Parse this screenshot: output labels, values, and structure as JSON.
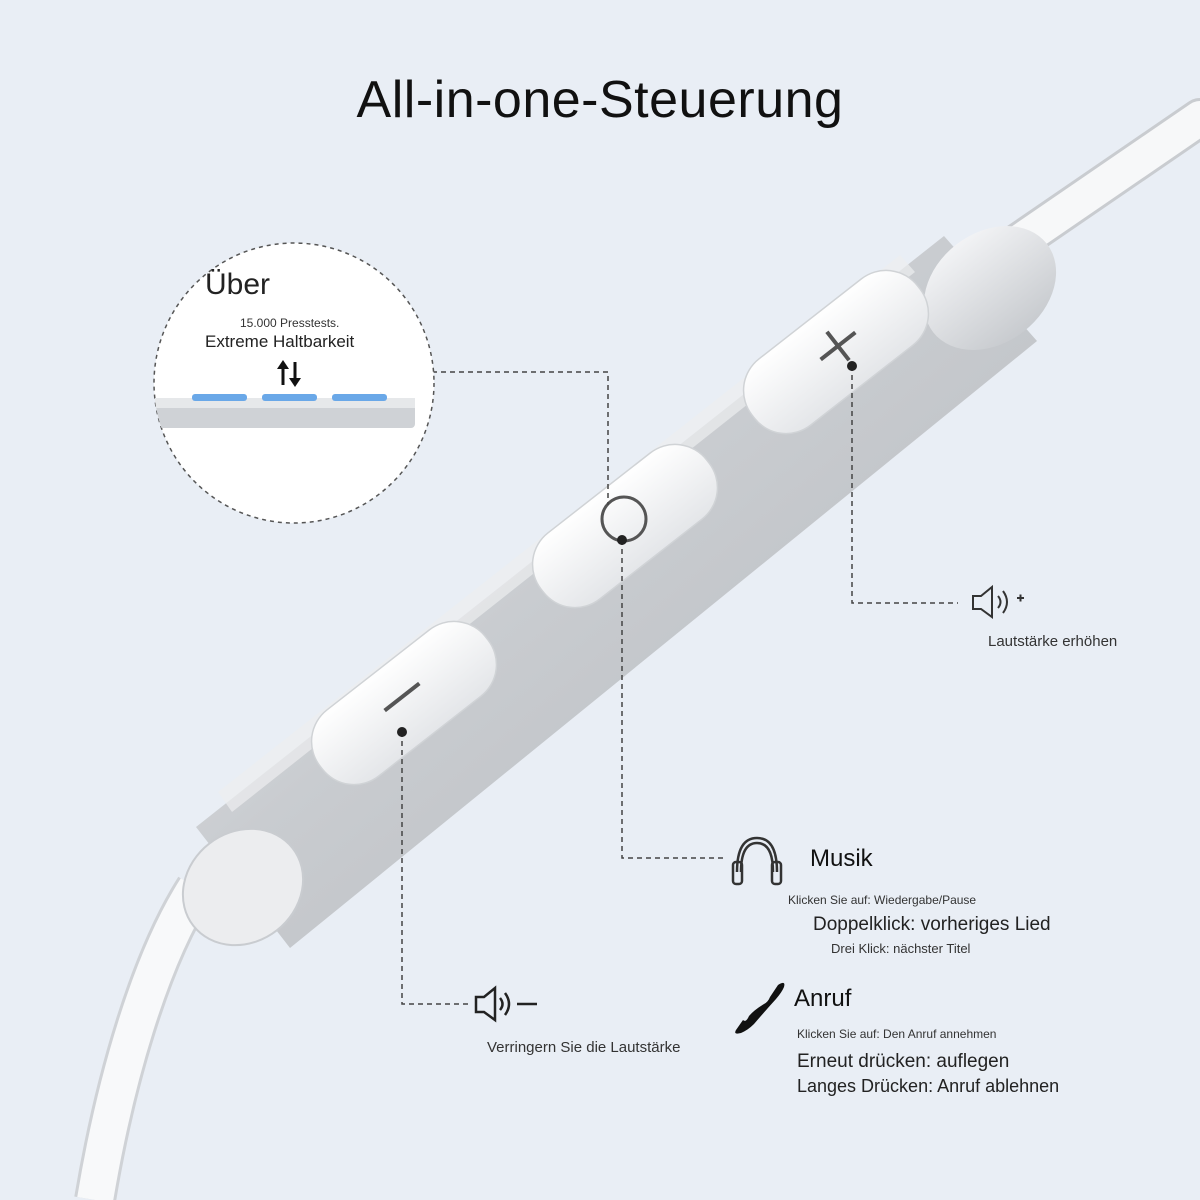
{
  "title": "All-in-one-Steuerung",
  "callout": {
    "heading": "Über",
    "tests": "15.000 Presstests.",
    "durability": "Extreme Haltbarkeit"
  },
  "volume_up": {
    "icon": "speaker-plus-icon",
    "label": "Lautstärke erhöhen"
  },
  "volume_down": {
    "icon": "speaker-minus-icon",
    "label": "Verringern Sie die Lautstärke"
  },
  "music": {
    "icon": "headphones-icon",
    "title": "Musik",
    "click": "Klicken Sie auf: Wiedergabe/Pause",
    "double_click": "Doppelklick: vorheriges Lied",
    "triple_click": "Drei Klick: nächster Titel"
  },
  "call": {
    "icon": "phone-icon",
    "title": "Anruf",
    "click": "Klicken Sie auf: Den Anruf annehmen",
    "press_again": "Erneut drücken: auflegen",
    "long_press": "Langes Drücken: Anruf ablehnen"
  },
  "colors": {
    "background": "#e9eef5",
    "housing": "#d6d9dd",
    "button": "#ffffff",
    "text": "#222222"
  }
}
